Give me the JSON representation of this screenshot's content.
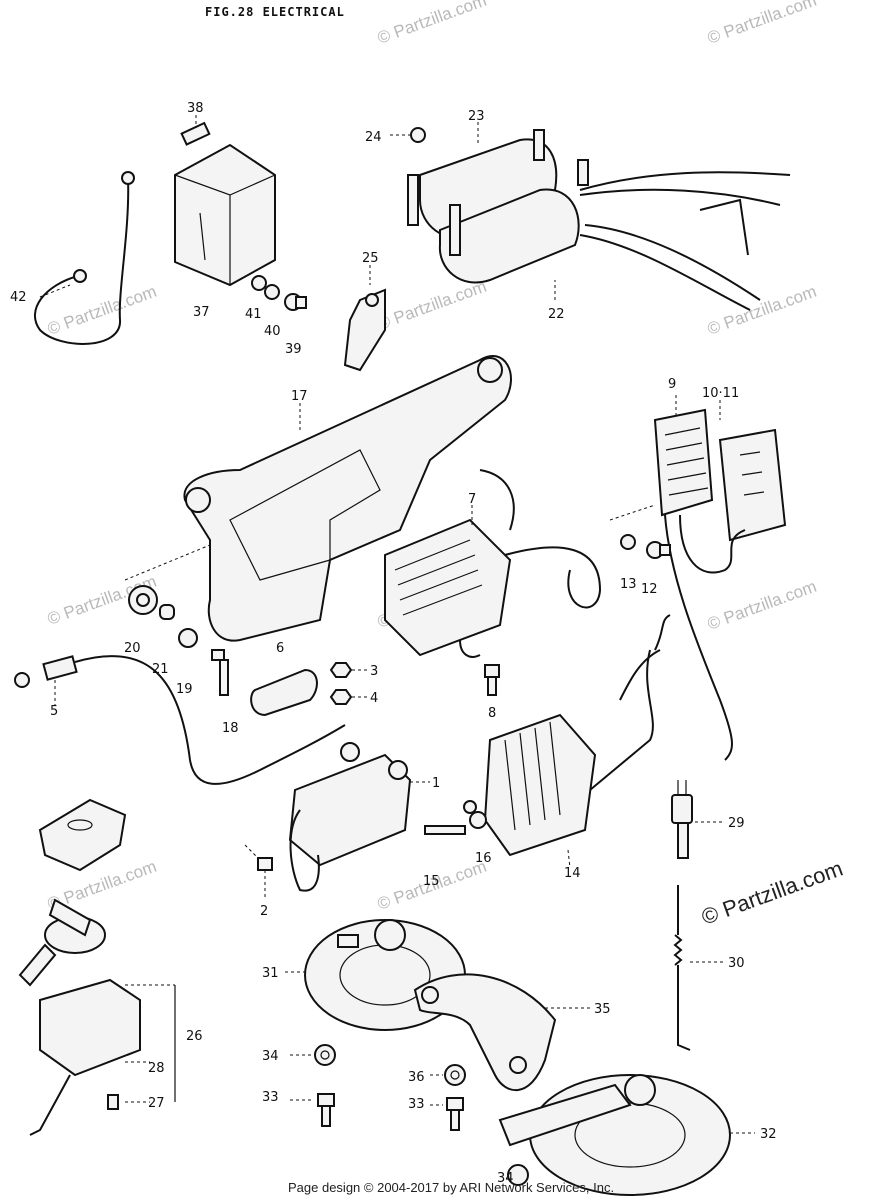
{
  "title": "FIG.28 ELECTRICAL",
  "watermark": "© Partzilla.com",
  "footer": "Page design © 2004-2017 by ARI Network Services, Inc.",
  "parts": {
    "p1": "1",
    "p2": "2",
    "p3": "3",
    "p4": "4",
    "p5": "5",
    "p6": "6",
    "p7": "7",
    "p8": "8",
    "p9": "9",
    "p10_11": "10·11",
    "p12": "12",
    "p13": "13",
    "p14": "14",
    "p15": "15",
    "p16": "16",
    "p17": "17",
    "p18": "18",
    "p19": "19",
    "p20": "20",
    "p21": "21",
    "p22": "22",
    "p23": "23",
    "p24": "24",
    "p25": "25",
    "p26": "26",
    "p27": "27",
    "p28": "28",
    "p29": "29",
    "p30": "30",
    "p31": "31",
    "p32": "32",
    "p33a": "33",
    "p33b": "33",
    "p34a": "34",
    "p34b": "34",
    "p35": "35",
    "p36": "36",
    "p37": "37",
    "p38": "38",
    "p39": "39",
    "p40": "40",
    "p41": "41",
    "p42": "42"
  }
}
